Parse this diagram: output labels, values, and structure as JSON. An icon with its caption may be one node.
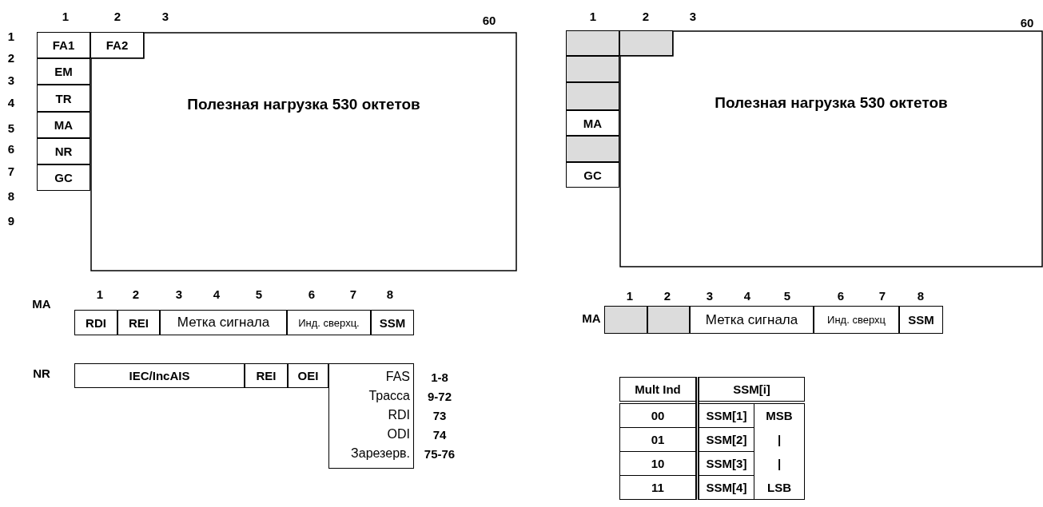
{
  "diagram": {
    "nodes": [
      {
        "text": [
          "FA1"
        ]
      },
      {
        "text": [
          "FA2"
        ]
      },
      {
        "text": [
          "EM"
        ]
      },
      {
        "text": [
          "TR"
        ]
      },
      {
        "text": [
          "MA"
        ]
      },
      {
        "text": [
          "NR"
        ]
      },
      {
        "text": [
          "GC"
        ]
      },
      {
        "text": [
          "Полезная нагрузка 530 октетов"
        ]
      },
      {
        "text": [],
        "shape": "box"
      },
      {
        "text": [],
        "shape": "box"
      },
      {
        "text": [],
        "shape": "box"
      },
      {
        "text": [],
        "shape": "box"
      },
      {
        "text": [
          "MA"
        ]
      },
      {
        "text": [],
        "shape": "box"
      },
      {
        "text": [
          "GC"
        ]
      },
      {
        "text": [
          "Полезная нагрузка 530 октетов"
        ]
      },
      {
        "text": [
          "RDI"
        ]
      },
      {
        "text": [
          "REI"
        ]
      },
      {
        "text": [
          "Метка сигнала"
        ]
      },
      {
        "text": [
          "Инд. сверхц."
        ]
      },
      {
        "text": [
          "SSM"
        ]
      },
      {
        "text": [
          "IEC/IncAIS"
        ]
      },
      {
        "text": [
          "REI"
        ]
      },
      {
        "text": [
          "OEI"
        ]
      },
      {
        "text": [
          "FAS",
          "Трасса",
          "RDI",
          "ODI",
          "Зарезерв."
        ],
        "beside": [
          "1-8",
          "9-72",
          "73",
          "74",
          "75-76"
        ]
      },
      {
        "text": [],
        "shape": "box"
      },
      {
        "text": [],
        "shape": "box"
      },
      {
        "text": [
          "Метка сигнала"
        ]
      },
      {
        "text": [
          "Инд. сверхц"
        ]
      },
      {
        "text": [
          "SSM"
        ]
      }
    ],
    "labels": [
      "1",
      "2",
      "3",
      "60",
      "1",
      "2",
      "3",
      "60",
      "1",
      "2",
      "3",
      "4",
      "5",
      "6",
      "7",
      "8",
      "9",
      "1",
      "2",
      "3",
      "4",
      "5",
      "6",
      "7",
      "8",
      "MA",
      "1",
      "2",
      "3",
      "4",
      "5",
      "6",
      "7",
      "8",
      "MA",
      "NR",
      "Mult Ind",
      "SSM[i]",
      "00",
      "SSM[1]",
      "MSB",
      "01",
      "SSM[2]",
      "|",
      "10",
      "SSM[3]",
      "|",
      "11",
      "SSM[4]",
      "LSB"
    ]
  }
}
